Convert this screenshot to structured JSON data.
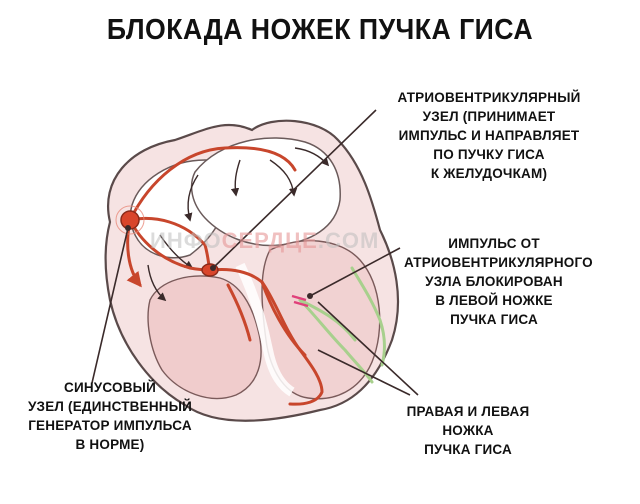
{
  "title": "БЛОКАДА НОЖЕК ПУЧКА ГИСА",
  "watermark": {
    "part1": "ИНФО",
    "part2": "СЕРДЦЕ",
    "part3": ".COM"
  },
  "labels": {
    "av_node": "АТРИОВЕНТРИКУЛЯРНЫЙ\nУЗЕЛ (ПРИНИМАЕТ\nИМПУЛЬС И НАПРАВЛЯЕТ\nПО ПУЧКУ ГИСА\nК ЖЕЛУДОЧКАМ)",
    "block": "ИМПУЛЬС ОТ\nАТРИОВЕНТРИКУЛЯРНОГО\nУЗЛА БЛОКИРОВАН\nВ ЛЕВОЙ НОЖКЕ\nПУЧКА ГИСА",
    "bundles": "ПРАВАЯ И ЛЕВАЯ\nНОЖКА\nПУЧКА ГИСА",
    "sinus_node": "СИНУСОВЫЙ\nУЗЕЛ (ЕДИНСТВЕННЫЙ\nГЕНЕРАТОР ИМПУЛЬСА\nВ НОРМЕ)"
  },
  "colors": {
    "heart_fill": "#f3d9d9",
    "heart_outline": "#5a4a4a",
    "conduction": "#c8462c",
    "left_bundle_blocked": "#a8d08d",
    "node": "#d9452b",
    "block_mark": "#e0407a",
    "pointer": "#3a2a2a"
  }
}
